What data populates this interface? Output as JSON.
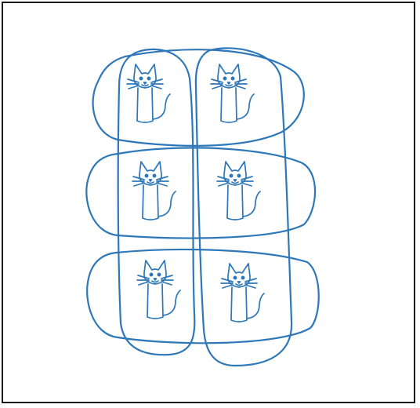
{
  "drawing": {
    "stroke_color": "#2e77b8",
    "border_color": "#1a1a1a",
    "background": "#ffffff",
    "cat_grid": {
      "rows": 3,
      "columns": 2,
      "cat_count": 6
    },
    "groupings": {
      "horizontal_loops": 3,
      "vertical_loops": 2
    },
    "cat_icon": "cat-doodle-icon"
  }
}
